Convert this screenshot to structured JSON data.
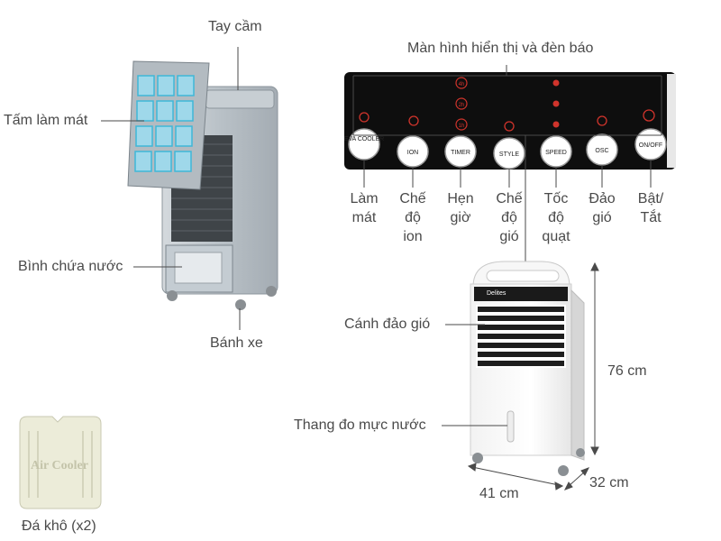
{
  "left_unit": {
    "handle": "Tay cầm",
    "cooling_pad": "Tấm làm mát",
    "water_tank": "Bình chứa nước",
    "wheels": "Bánh xe"
  },
  "ice_pack": {
    "pack_text": "Air Cooler",
    "label": "Đá khô (x2)"
  },
  "panel": {
    "title": "Màn hình hiển thị và đèn báo",
    "keys": [
      "EVA COOLER",
      "ION",
      "TIMER",
      "STYLE",
      "SPEED",
      "OSC",
      "ON/OFF"
    ],
    "timer_marks": [
      "4h",
      "2h",
      "1h"
    ],
    "labels": [
      [
        "Làm",
        "mát"
      ],
      [
        "Chế",
        "độ",
        "ion"
      ],
      [
        "Hẹn",
        "giờ"
      ],
      [
        "Chế",
        "độ",
        "gió"
      ],
      [
        "Tốc",
        "độ",
        "quạt"
      ],
      [
        "Đảo",
        "gió"
      ],
      [
        "Bật/",
        "Tắt"
      ]
    ]
  },
  "front_unit": {
    "brand": "Delites",
    "louvers": "Cánh đảo gió",
    "water_gauge": "Thang đo mực nước",
    "height": "76 cm",
    "width": "41 cm",
    "depth": "32 cm"
  },
  "colors": {
    "pad": "#9fd8ea",
    "panel": "#111111",
    "indicator": "#d0342c",
    "line": "#4a4a4a"
  }
}
